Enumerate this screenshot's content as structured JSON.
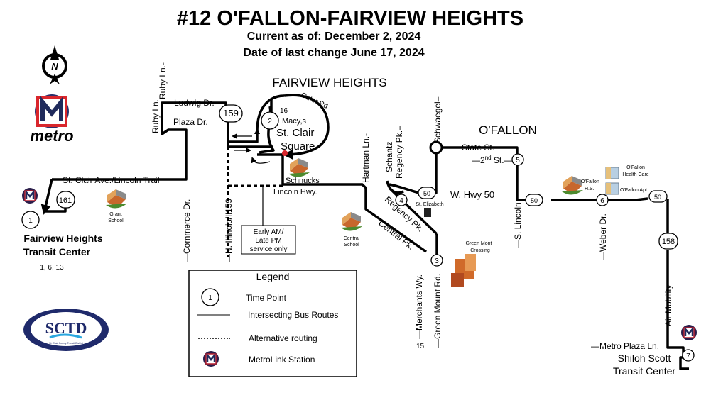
{
  "header": {
    "title": "#12 O'FALLON-FAIRVIEW HEIGHTS",
    "current_as_of": "Current as of: December 2, 2024",
    "last_change": "Date of last change June 17, 2024"
  },
  "logos": {
    "north_arrow_letter": "N",
    "metro_wordmark": "metro",
    "metro_letter": "M",
    "sctd_letters": "SCTD",
    "sctd_name": "St. Clair County Transit District"
  },
  "areas": {
    "fairview_heights": "FAIRVIEW HEIGHTS",
    "ofallon": "O'FALLON"
  },
  "streets": {
    "ruby_ln_1": "Ruby Ln.",
    "ruby_ln_2": "Ruby Ln.-",
    "ludwig": "Ludwig Dr.",
    "plaza": "Plaza Dr.",
    "st_clair_ave": "St. Clair Ave./Lincoln Trail",
    "commerce": "—Commerce Dr.",
    "n_illinois": "—N. Illinois/Il159",
    "outer_rd": "Outer Rd",
    "lincoln_hwy": "Lincoln Hwy.",
    "hartman": "Hartman Ln.-",
    "schantz": "Schantz",
    "regency_v": "Regency Pk.–",
    "regency_d": "Regency Pk.",
    "schwaegel": "Schwaegel–",
    "central_pk": "Central Pk.",
    "merchants": "—Merchants Wy.",
    "green_mount": "—Green Mount Rd.",
    "state_st": "State St.",
    "second_st": "—2",
    "second_sup": "nd",
    "second_suffix": " St.—",
    "w_hwy_50": "W. Hwy 50",
    "s_lincoln": "—S. Lincoln",
    "weber": "—Weber Dr.",
    "air_mobility": "Air Mobility",
    "metro_plaza": "—Metro Plaza Ln."
  },
  "route_shields": {
    "r159": "159",
    "r161": "161",
    "r50a": "50",
    "r50b": "50",
    "r50c": "50",
    "r158": "158"
  },
  "time_points": [
    "1",
    "2",
    "3",
    "4",
    "5",
    "6",
    "7"
  ],
  "places": {
    "fairview_tc_1": "Fairview Heights",
    "fairview_tc_2": "Transit Center",
    "fairview_tc_routes": "1, 6, 13",
    "grant_1": "Grant",
    "grant_2": "School",
    "macys_route": "16",
    "macys": "Macy,s",
    "st_clair_1": "St. Clair",
    "st_clair_2": "Square",
    "schnucks": "Schnucks",
    "central_1": "Central",
    "central_2": "School",
    "st_elizabeth": "St. Elizabeth",
    "greenmont_1": "Green Mont",
    "greenmont_2": "Crossing",
    "ofallon_hs_1": "O'Fallon",
    "ofallon_hs_2": "H.S.",
    "health_1": "O'Fallon",
    "health_2": "Health Care",
    "ofallon_apt": "O'Fallon Apt.",
    "shiloh_1": "Shiloh Scott",
    "shiloh_2": "Transit Center",
    "merchants_route": "15"
  },
  "callout": {
    "line1": "Early AM/",
    "line2": "Late PM",
    "line3": "service only"
  },
  "legend": {
    "title": "Legend",
    "time_point_sample": "1",
    "time_point": "Time Point",
    "intersecting": "Intersecting Bus Routes",
    "alternative": "Alternative routing",
    "metrolink": "MetroLink Station"
  },
  "colors": {
    "metro_red": "#d9262c",
    "metro_navy": "#1f2a5c",
    "sctd_blue": "#1f2a6b",
    "sctd_light": "#2aa7df"
  }
}
